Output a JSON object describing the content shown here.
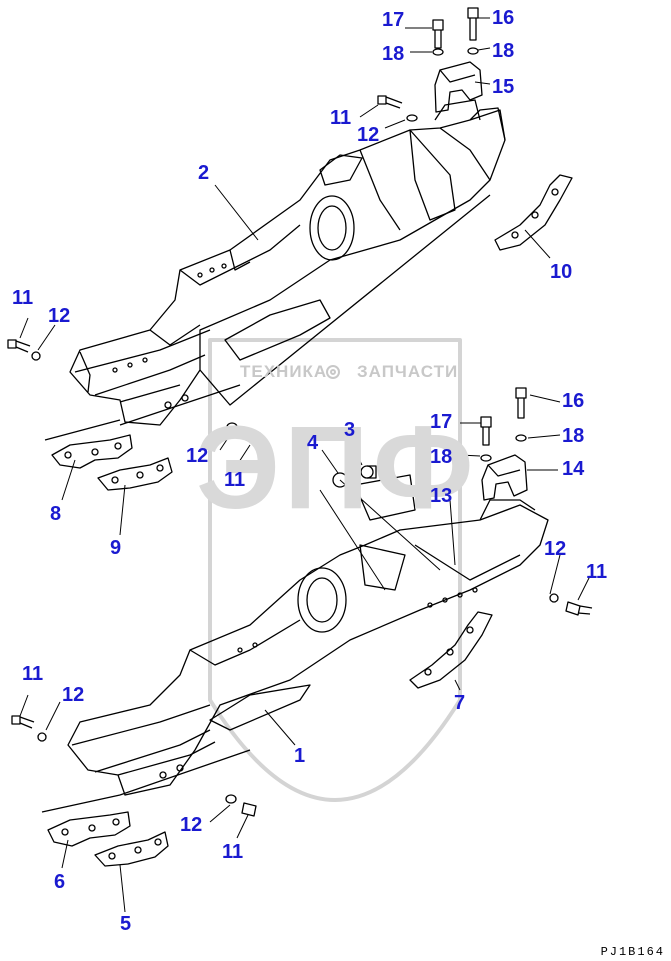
{
  "watermark": {
    "left_word": "ТЕХНИКА",
    "right_word": "ЗАПЧАСТИ",
    "logo": "ЭПФ"
  },
  "callouts": {
    "c17a": "17",
    "c16a": "16",
    "c18a": "18",
    "c18b": "18",
    "c15": "15",
    "c11a": "11",
    "c12a": "12",
    "c2": "2",
    "c10": "10",
    "c11b": "11",
    "c12b": "12",
    "c12c": "12",
    "c11c": "11",
    "c8": "8",
    "c9": "9",
    "c4": "4",
    "c3": "3",
    "c17b": "17",
    "c16b": "16",
    "c18c": "18",
    "c18d": "18",
    "c13": "13",
    "c14": "14",
    "c12d": "12",
    "c11d": "11",
    "c7": "7",
    "c11e": "11",
    "c12e": "12",
    "c1": "1",
    "c12f": "12",
    "c11f": "11",
    "c6": "6",
    "c5": "5"
  },
  "drawing_code": "PJ1B164"
}
